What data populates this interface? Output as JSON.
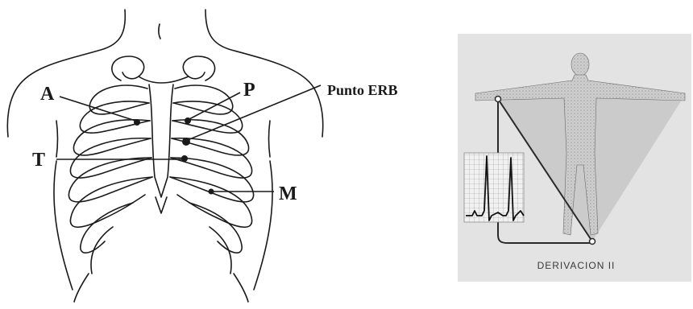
{
  "figure": {
    "chest_labels": {
      "aortic": "A",
      "pulmonary": "P",
      "tricuspid": "T",
      "mitral": "M",
      "erb_point": "Punto ERB"
    },
    "lead_plate": {
      "caption": "DERIVACION II"
    },
    "colors": {
      "ink": "#1a1a1a",
      "plate_background": "#e3e3e3",
      "triangle_shade": "#c7c7c7",
      "figure_shade": "#7a7a7a"
    }
  }
}
